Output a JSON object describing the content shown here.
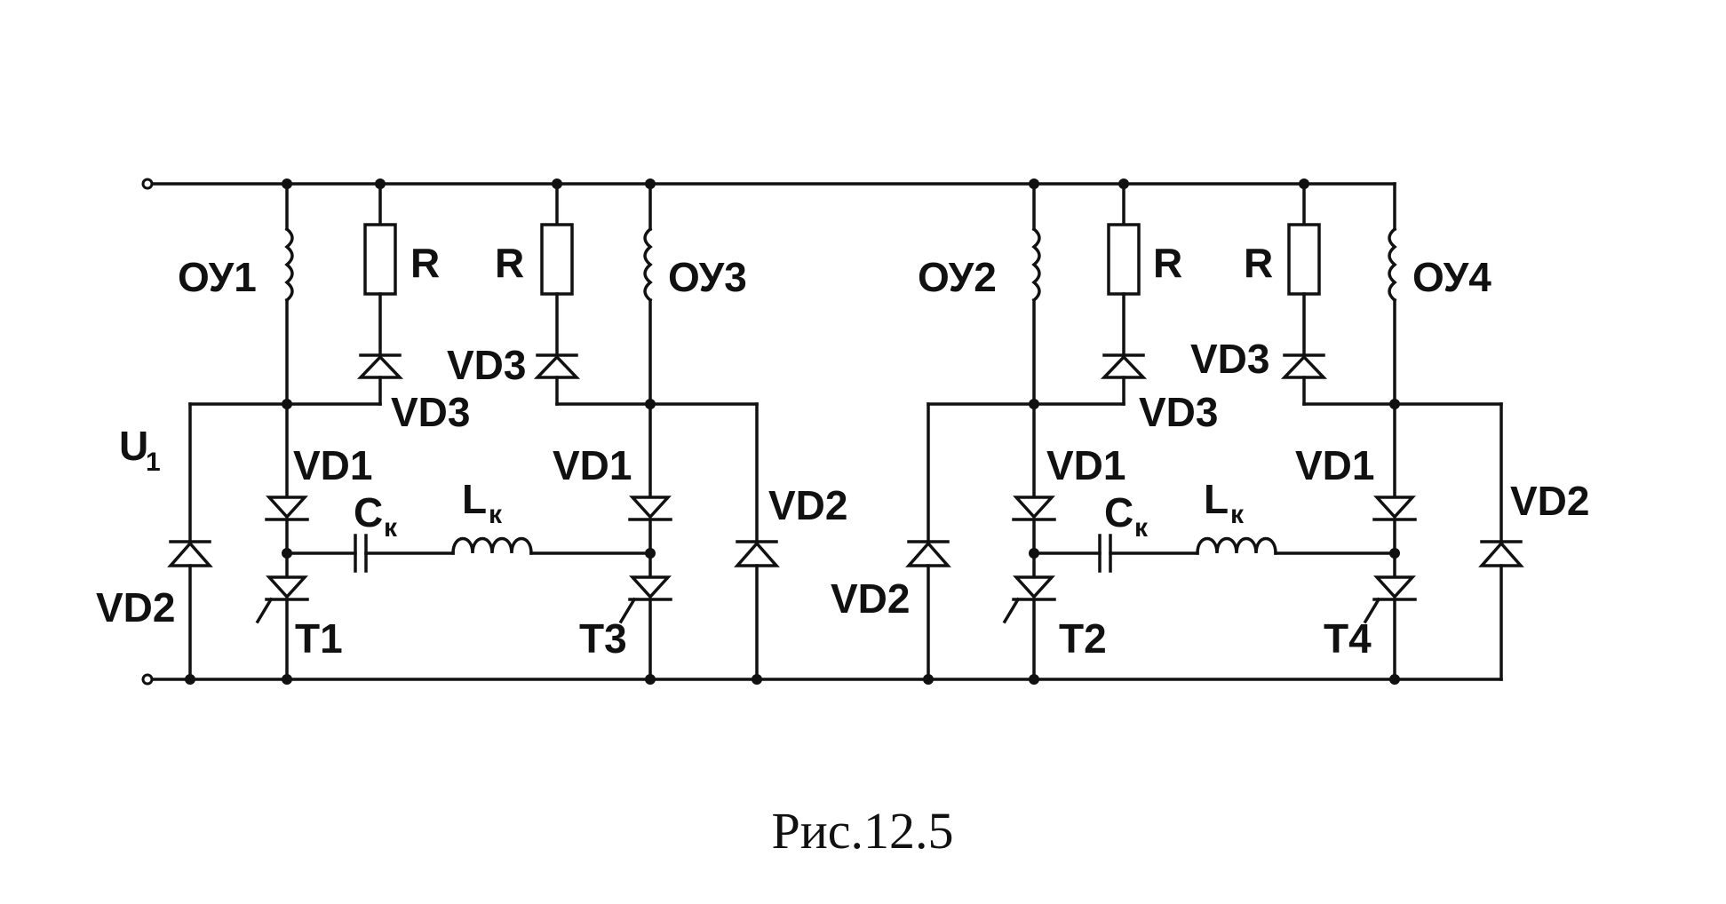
{
  "caption": "Рис.12.5",
  "labels": {
    "U": "U",
    "U_sub": "1",
    "C": "C",
    "C_sub": "к",
    "L": "L",
    "L_sub": "к",
    "OY1": "ОУ1",
    "OY2": "ОУ2",
    "OY3": "ОУ3",
    "OY4": "ОУ4",
    "R": "R",
    "VD1": "VD1",
    "VD2": "VD2",
    "VD3": "VD3",
    "T1": "T1",
    "T2": "T2",
    "T3": "T3",
    "T4": "T4"
  }
}
